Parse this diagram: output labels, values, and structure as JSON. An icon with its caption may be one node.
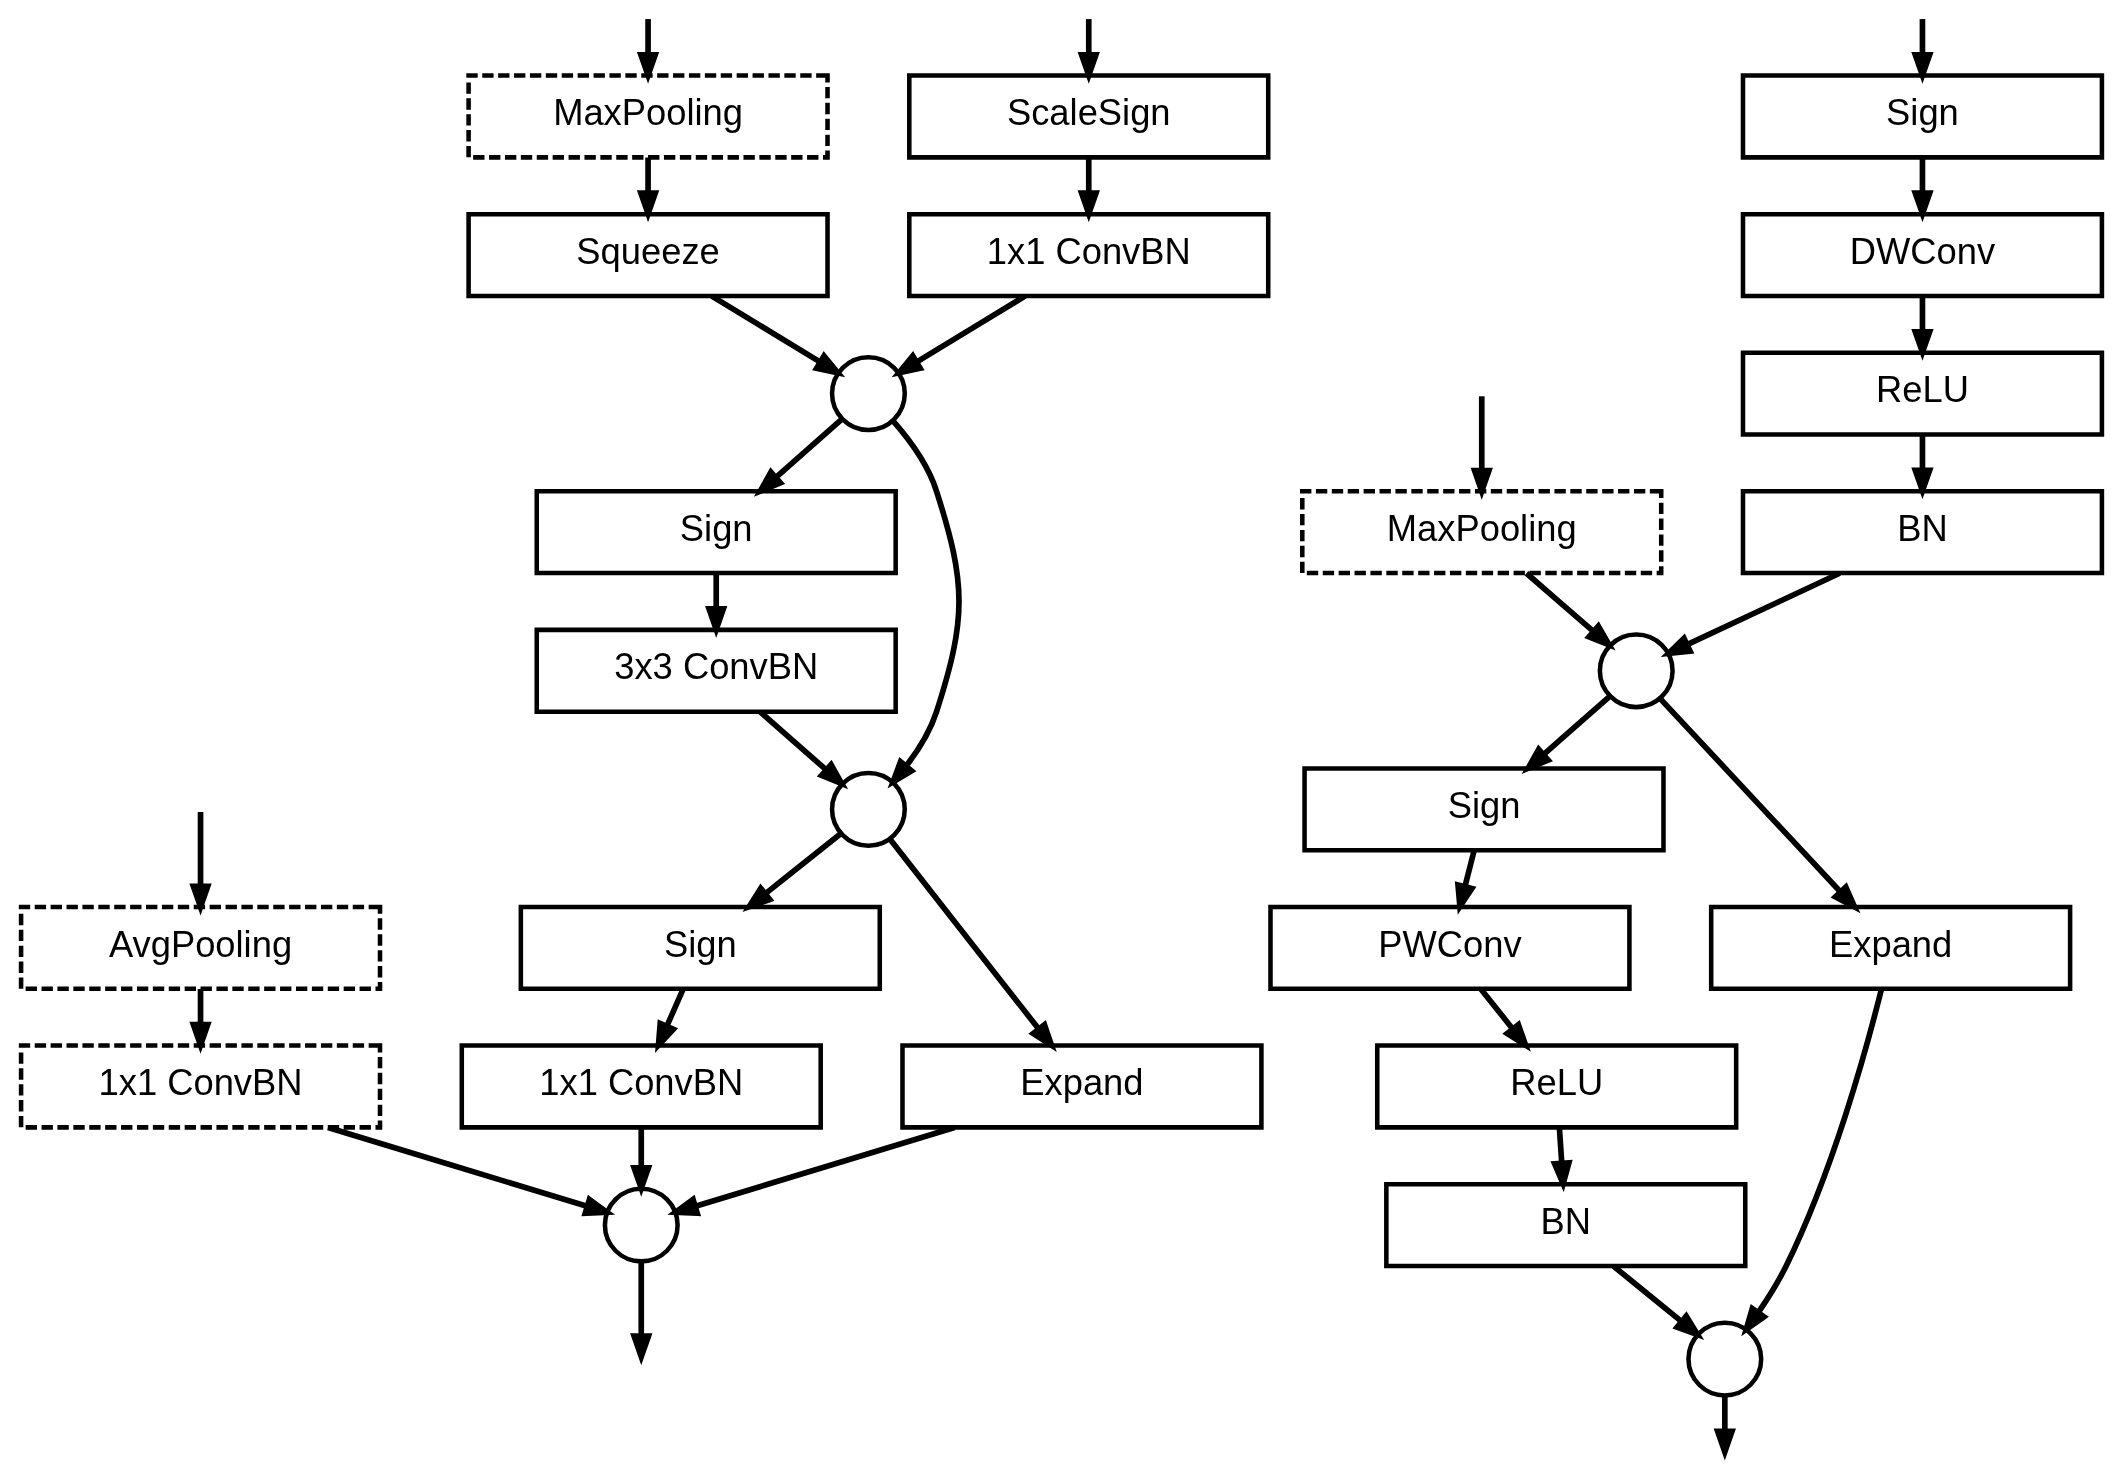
{
  "diagram": {
    "nodes": [
      {
        "text": [
          "ScaleSign"
        ]
      },
      {
        "text": [
          "MaxPooling"
        ]
      },
      {
        "text": [
          "1x1 ConvBN"
        ]
      },
      {
        "text": [
          "Squeeze"
        ]
      },
      {
        "text": [],
        "shape": "circle"
      },
      {
        "text": [
          "AvgPooling"
        ]
      },
      {
        "text": [
          "Sign"
        ]
      },
      {
        "text": [
          "3x3 ConvBN"
        ]
      },
      {
        "text": [
          "1x1 ConvBN"
        ]
      },
      {
        "text": [],
        "shape": "circle"
      },
      {
        "text": [
          "Sign"
        ]
      },
      {
        "text": [
          "Expand"
        ]
      },
      {
        "text": [
          "1x1 ConvBN"
        ]
      },
      {
        "text": [],
        "shape": "circle"
      },
      {
        "text": [
          "Sign"
        ]
      },
      {
        "text": [
          "DWConv"
        ]
      },
      {
        "text": [
          "MaxPooling"
        ]
      },
      {
        "text": [
          "ReLU"
        ]
      },
      {
        "text": [
          "BN"
        ]
      },
      {
        "text": [],
        "shape": "circle"
      },
      {
        "text": [
          "Sign"
        ]
      },
      {
        "text": [
          "PWConv"
        ]
      },
      {
        "text": [
          "Expand"
        ]
      },
      {
        "text": [
          "ReLU"
        ]
      },
      {
        "text": [
          "BN"
        ]
      },
      {
        "text": [],
        "shape": "circle"
      }
    ],
    "edges": [
      {
        "from": null,
        "to": 0,
        "arrow": "to"
      },
      {
        "from": null,
        "to": 1,
        "arrow": "to"
      },
      {
        "from": null,
        "to": 5,
        "arrow": "to"
      },
      {
        "from": 0,
        "to": 2,
        "arrow": "to"
      },
      {
        "from": 1,
        "to": 3,
        "arrow": "to"
      },
      {
        "from": 2,
        "to": 4,
        "arrow": "to"
      },
      {
        "from": 3,
        "to": 4,
        "arrow": "to"
      },
      {
        "from": 4,
        "to": 6,
        "arrow": "to"
      },
      {
        "from": 4,
        "to": 9,
        "arrow": "to"
      },
      {
        "from": 6,
        "to": 7,
        "arrow": "to"
      },
      {
        "from": 7,
        "to": 9,
        "arrow": "to"
      },
      {
        "from": 5,
        "to": 8,
        "arrow": "to"
      },
      {
        "from": 9,
        "to": 10,
        "arrow": "to"
      },
      {
        "from": 9,
        "to": 11,
        "arrow": "to"
      },
      {
        "from": 10,
        "to": 12,
        "arrow": "to"
      },
      {
        "from": 12,
        "to": 13,
        "arrow": "to"
      },
      {
        "from": 8,
        "to": 13,
        "arrow": "to"
      },
      {
        "from": 11,
        "to": 13,
        "arrow": "to"
      },
      {
        "from": 13,
        "to": null,
        "arrow": "to"
      },
      {
        "from": null,
        "to": 14,
        "arrow": "to"
      },
      {
        "from": null,
        "to": 16,
        "arrow": "to"
      },
      {
        "from": 14,
        "to": 15,
        "arrow": "to"
      },
      {
        "from": 15,
        "to": 17,
        "arrow": "to"
      },
      {
        "from": 17,
        "to": 18,
        "arrow": "to"
      },
      {
        "from": 18,
        "to": 19,
        "arrow": "to"
      },
      {
        "from": 16,
        "to": 19,
        "arrow": "to"
      },
      {
        "from": 19,
        "to": 20,
        "arrow": "to"
      },
      {
        "from": 19,
        "to": 22,
        "arrow": "to"
      },
      {
        "from": 20,
        "to": 21,
        "arrow": "to"
      },
      {
        "from": 21,
        "to": 23,
        "arrow": "to"
      },
      {
        "from": 23,
        "to": 24,
        "arrow": "to"
      },
      {
        "from": 24,
        "to": 25,
        "arrow": "to"
      },
      {
        "from": 22,
        "to": 25,
        "arrow": "to"
      },
      {
        "from": 25,
        "to": null,
        "arrow": "to"
      }
    ]
  }
}
